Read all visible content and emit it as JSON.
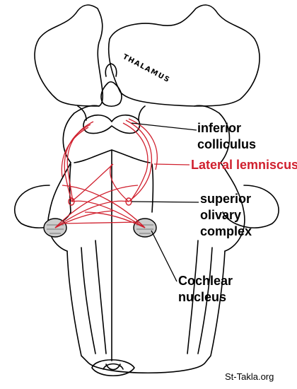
{
  "labels": {
    "thalamus": "THALAMUS",
    "inferior_colliculus": [
      "inferior",
      "colliculus"
    ],
    "lateral_lemniscus": "Lateral lemniscus",
    "superior_olivary_complex": [
      "superior",
      "olivary",
      "complex"
    ],
    "cochlear_nucleus": [
      "Cochlear",
      "nucleus"
    ]
  },
  "watermark": "St-Takla.org",
  "colors": {
    "outline": "#000000",
    "pathway": "#d0202e",
    "lateral_lemniscus_label": "#d0202e",
    "nucleus_fill": "#cccccc"
  }
}
